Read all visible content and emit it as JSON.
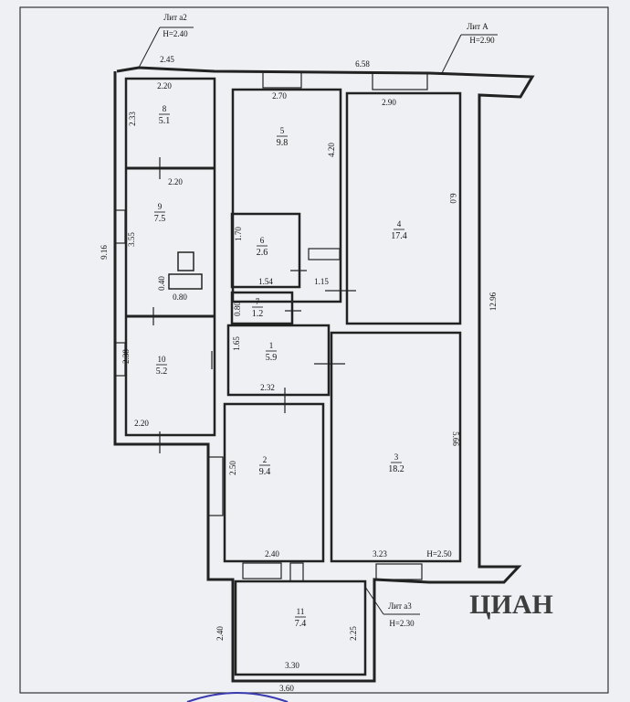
{
  "liters": {
    "a2": {
      "name": "Лит а2",
      "height": "Н=2.40"
    },
    "A": {
      "name": "Лит А",
      "height": "Н=2.90"
    },
    "a3": {
      "name": "Лит а3",
      "height": "Н=2.30"
    }
  },
  "outer_dims": {
    "top_left": "2.45",
    "top_right": "6.58",
    "left_total": "9.16",
    "right_total": "12.96",
    "bottom_width": "3.60"
  },
  "rooms": [
    {
      "num": "8",
      "area": "5.1"
    },
    {
      "num": "9",
      "area": "7.5"
    },
    {
      "num": "10",
      "area": "5.2"
    },
    {
      "num": "5",
      "area": "9.8"
    },
    {
      "num": "6",
      "area": "2.6"
    },
    {
      "num": "7",
      "area": "1.2"
    },
    {
      "num": "1",
      "area": "5.9"
    },
    {
      "num": "4",
      "area": "17.4"
    },
    {
      "num": "2",
      "area": "9.4"
    },
    {
      "num": "3",
      "area": "18.2"
    },
    {
      "num": "11",
      "area": "7.4"
    }
  ],
  "dims": {
    "r8_top": "2.20",
    "r8_side": "2.33",
    "r9_top": "2.20",
    "r9_side": "3.55",
    "r9_stove_h": "0.40",
    "r9_stove_w": "0.80",
    "r10_side": "2.38",
    "r10_bottom": "2.20",
    "r5_top": "2.70",
    "r5_side": "4.20",
    "r6_side": "1.70",
    "r6_bottom": "1.54",
    "r7_side": "0.80",
    "hall_width": "1.15",
    "r1_side": "1.65",
    "r1_bottom": "2.32",
    "r4_top": "2.90",
    "r4_side": "6.0",
    "r2_side": "2.50",
    "r2_bottom": "2.40",
    "r3_side": "5.66",
    "r3_bottom": "3.23",
    "r3_height": "Н=2.50",
    "r11_left": "2.40",
    "r11_right": "2.25",
    "r11_bottom": "3.30"
  },
  "watermark": "ЦИАН"
}
